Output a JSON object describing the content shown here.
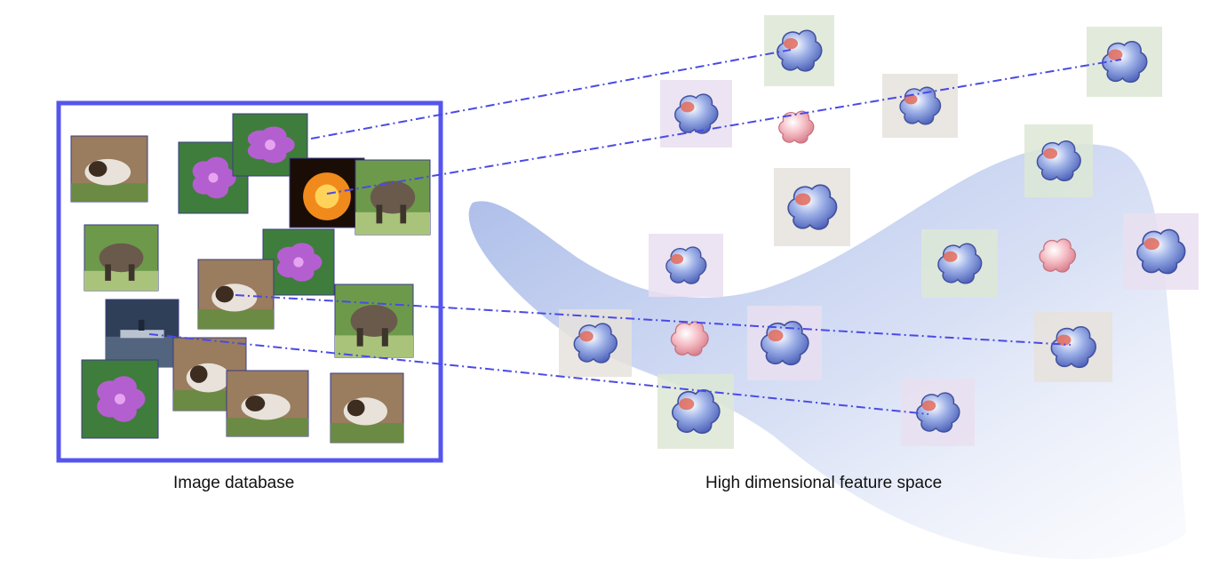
{
  "labels": {
    "image_database": "Image database",
    "feature_space": "High dimensional feature space"
  },
  "colors": {
    "frame": "#5555ee",
    "link": "#4a4ae6",
    "manifold": "#8aa2e0",
    "blob_blue": "#6f86d6",
    "blob_pink": "#e89aa6"
  },
  "thumbnails": [
    {
      "name": "dog-photo",
      "scene": "dog"
    },
    {
      "name": "flower-photo",
      "scene": "flower"
    },
    {
      "name": "flower-photo",
      "scene": "flower"
    },
    {
      "name": "pumpkin-photo",
      "scene": "pumpkin"
    },
    {
      "name": "elephant-photo",
      "scene": "elephant"
    },
    {
      "name": "elephant-photo",
      "scene": "elephant"
    },
    {
      "name": "flower-photo",
      "scene": "flower"
    },
    {
      "name": "dog-photo",
      "scene": "dog"
    },
    {
      "name": "elephant-photo",
      "scene": "elephant"
    },
    {
      "name": "ship-photo",
      "scene": "ship"
    },
    {
      "name": "dog-photo",
      "scene": "dog"
    },
    {
      "name": "flower-photo",
      "scene": "flower"
    },
    {
      "name": "dog-photo",
      "scene": "dog"
    },
    {
      "name": "dog-photo",
      "scene": "dog"
    }
  ],
  "feature_points": [
    {
      "name": "feature-point",
      "tone": "blue"
    },
    {
      "name": "feature-point",
      "tone": "blue"
    },
    {
      "name": "feature-point",
      "tone": "blue"
    },
    {
      "name": "feature-point",
      "tone": "blue"
    },
    {
      "name": "feature-point",
      "tone": "pink"
    },
    {
      "name": "feature-point",
      "tone": "blue"
    },
    {
      "name": "feature-point",
      "tone": "blue"
    },
    {
      "name": "feature-point",
      "tone": "blue"
    },
    {
      "name": "feature-point",
      "tone": "pink"
    },
    {
      "name": "feature-point",
      "tone": "blue"
    },
    {
      "name": "feature-point",
      "tone": "blue"
    },
    {
      "name": "feature-point",
      "tone": "blue"
    },
    {
      "name": "feature-point",
      "tone": "pink"
    },
    {
      "name": "feature-point",
      "tone": "blue"
    },
    {
      "name": "feature-point",
      "tone": "blue"
    },
    {
      "name": "feature-point",
      "tone": "blue"
    },
    {
      "name": "feature-point",
      "tone": "blue"
    }
  ],
  "mapping_links": [
    {
      "name": "mapping-link-flower"
    },
    {
      "name": "mapping-link-pumpkin"
    },
    {
      "name": "mapping-link-dog"
    },
    {
      "name": "mapping-link-ship"
    }
  ]
}
